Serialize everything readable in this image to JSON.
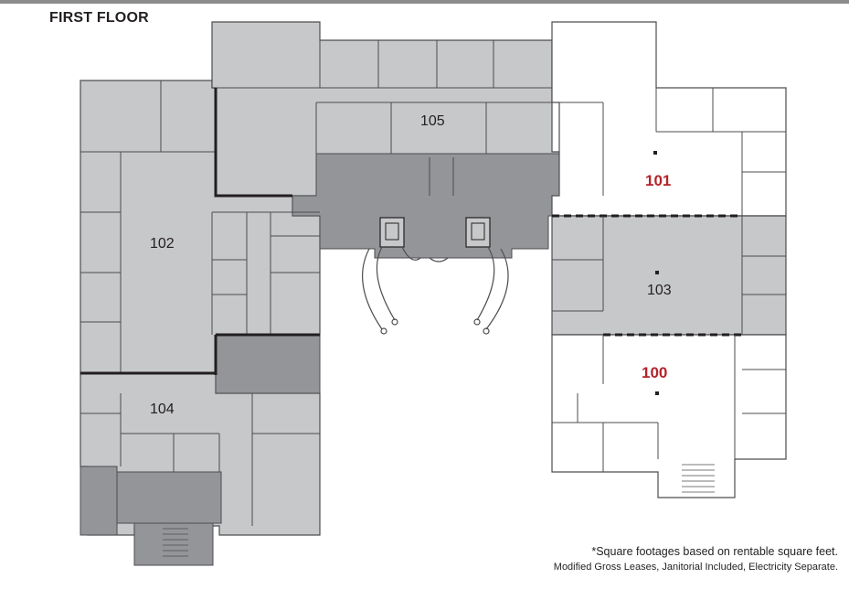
{
  "floor_title": "FIRST FLOOR",
  "suites": [
    {
      "id": "102",
      "label": "102",
      "status": "leased"
    },
    {
      "id": "104",
      "label": "104",
      "status": "leased"
    },
    {
      "id": "105",
      "label": "105",
      "status": "leased"
    },
    {
      "id": "103",
      "label": "103",
      "status": "leased"
    },
    {
      "id": "101",
      "label": "101",
      "status": "available"
    },
    {
      "id": "100",
      "label": "100",
      "status": "available"
    }
  ],
  "notes": {
    "line1": "*Square footages based on rentable square feet.",
    "line2": "Modified Gross Leases, Janitorial Included, Electricity Separate."
  },
  "colors": {
    "leased_fill": "#c7c8ca",
    "common_fill": "#939598",
    "available_fill": "#ffffff",
    "available_label": "#b4232a",
    "wall": "#4d4d4f"
  }
}
